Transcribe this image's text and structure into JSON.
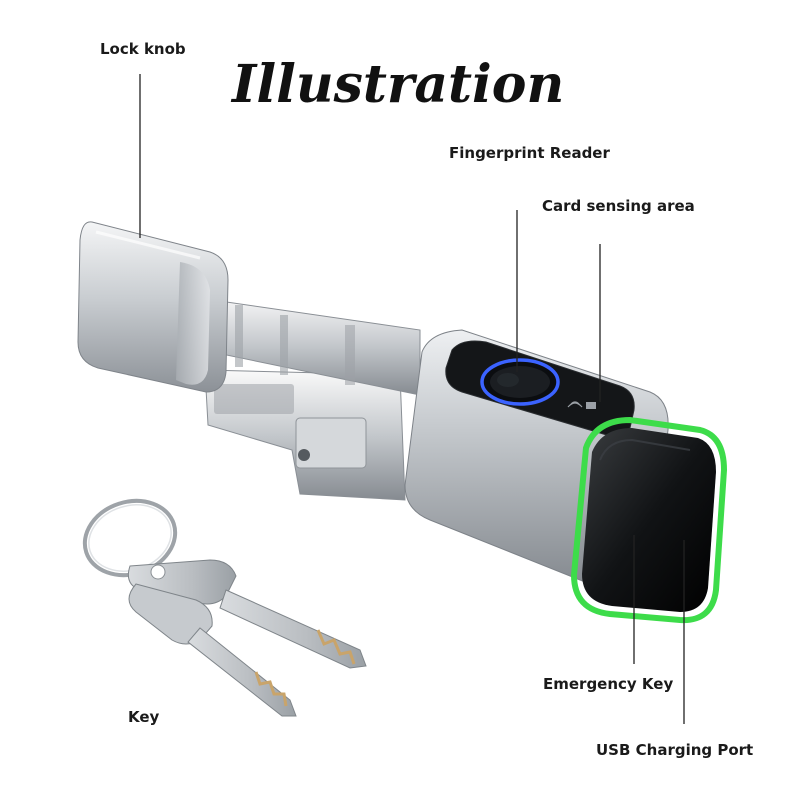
{
  "title": "Illustration",
  "labels": {
    "lock_knob": "Lock knob",
    "fingerprint_reader": "Fingerprint Reader",
    "card_sensing_area": "Card sensing area",
    "emergency_key": "Emergency Key",
    "usb_charging_port": "USB Charging Port",
    "key": "Key"
  },
  "colors": {
    "metal_light": "#e9ebed",
    "metal_mid": "#b9bdc2",
    "metal_dark": "#7d8288",
    "glass_black": "#151719",
    "led_green": "#3ddc4a",
    "fingerprint_ring": "#3b63ff",
    "key_brass": "#c9a46a"
  }
}
